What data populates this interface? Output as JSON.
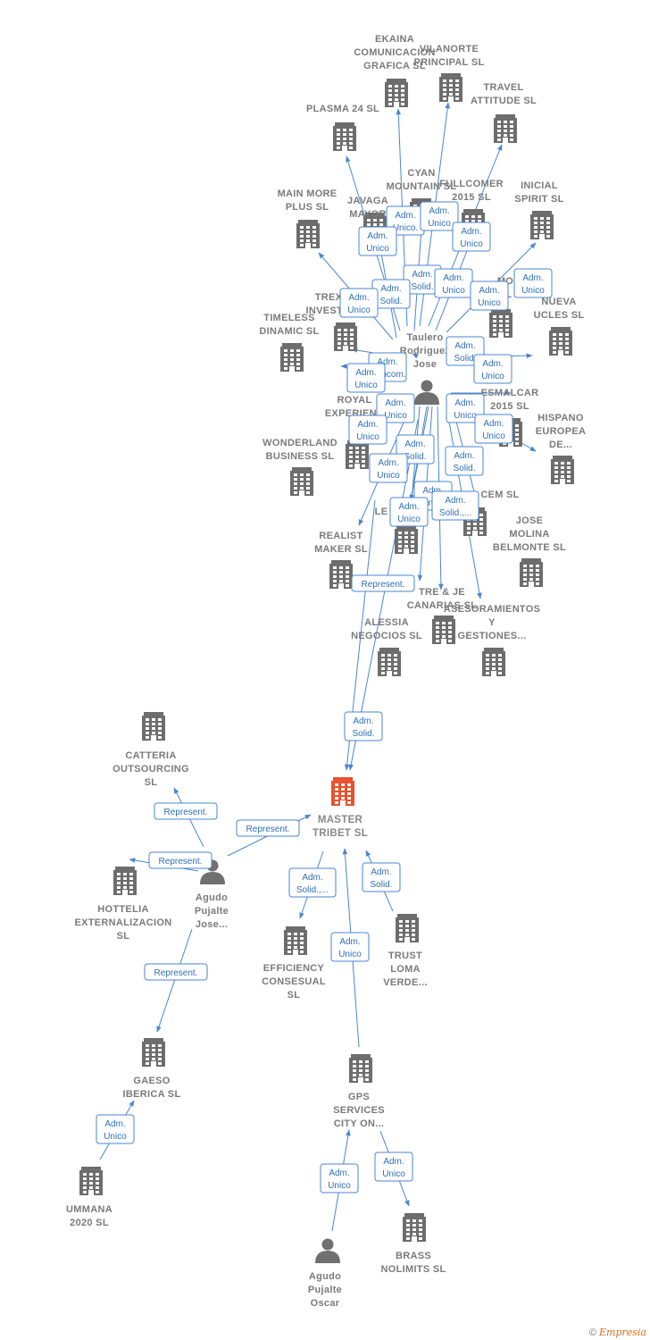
{
  "colors": {
    "edge": "#4a86d0",
    "label_border": "#4a86d0",
    "label_text": "#2f6fb6",
    "building": "#6d6d6d",
    "building_main": "#e8522c",
    "person": "#707070",
    "node_text": "#7a7a7a"
  },
  "nodes": [
    {
      "id": "ekaina",
      "type": "company",
      "label": [
        "EKAINA",
        "COMUNICACION",
        "GRAFICA SL"
      ]
    },
    {
      "id": "vilanorte",
      "type": "company",
      "label": [
        "VILANORTE",
        "PRINCIPAL SL"
      ]
    },
    {
      "id": "travel",
      "type": "company",
      "label": [
        "TRAVEL",
        "ATTITUDE SL"
      ]
    },
    {
      "id": "plasma",
      "type": "company",
      "label": [
        "PLASMA 24 SL"
      ]
    },
    {
      "id": "mainmore",
      "type": "company",
      "label": [
        "MAIN MORE",
        "PLUS SL"
      ]
    },
    {
      "id": "javaga",
      "type": "company",
      "label": [
        "JAVAGA",
        "MAYOR"
      ]
    },
    {
      "id": "cyan",
      "type": "company",
      "label": [
        "CYAN",
        "MOUNTAIN SL"
      ]
    },
    {
      "id": "fullcomer",
      "type": "company",
      "label": [
        "FULLCOMER",
        "2015 SL"
      ]
    },
    {
      "id": "inicial",
      "type": "company",
      "label": [
        "INICIAL",
        "SPIRIT SL"
      ]
    },
    {
      "id": "trex",
      "type": "company",
      "label": [
        "TREX",
        "INVESTM"
      ]
    },
    {
      "id": "mo",
      "type": "company",
      "label": [
        "MO",
        "SL"
      ]
    },
    {
      "id": "nueva",
      "type": "company",
      "label": [
        "NUEVA",
        "UCLES SL"
      ]
    },
    {
      "id": "timeless",
      "type": "company",
      "label": [
        "TIMELESS",
        "DINAMIC SL"
      ]
    },
    {
      "id": "taulero",
      "type": "person",
      "label": [
        "Taulero",
        "Rodriguez",
        "Jose"
      ]
    },
    {
      "id": "royal",
      "type": "company",
      "label": [
        "ROYAL",
        "EXPERIENC"
      ]
    },
    {
      "id": "esmalcar",
      "type": "company",
      "label": [
        "ESMALCAR",
        "2015 SL"
      ]
    },
    {
      "id": "hispano",
      "type": "company",
      "label": [
        "HISPANO",
        "EUROPEA",
        "DE..."
      ]
    },
    {
      "id": "wonderland",
      "type": "company",
      "label": [
        "WONDERLAND",
        "BUSINESS SL"
      ]
    },
    {
      "id": "cem",
      "type": "company",
      "label": [
        "CEM SL"
      ]
    },
    {
      "id": "le",
      "type": "company",
      "label": [
        "LE"
      ]
    },
    {
      "id": "realist",
      "type": "company",
      "label": [
        "REALIST",
        "MAKER SL"
      ]
    },
    {
      "id": "josemolina",
      "type": "company",
      "label": [
        "JOSE",
        "MOLINA",
        "BELMONTE SL"
      ]
    },
    {
      "id": "trejecanarias",
      "type": "company",
      "label": [
        "TRE & JE",
        "CANARIAS SL"
      ]
    },
    {
      "id": "asesoramientos",
      "type": "company",
      "label": [
        "ASESORAMIENTOS",
        "Y",
        "GESTIONES..."
      ]
    },
    {
      "id": "alessia",
      "type": "company",
      "label": [
        "ALESSIA",
        "NEGOCIOS SL"
      ]
    },
    {
      "id": "catteria",
      "type": "company",
      "label": [
        "CATTERIA",
        "OUTSOURCING",
        "SL"
      ]
    },
    {
      "id": "master",
      "type": "main",
      "label": [
        "MASTER",
        "TRIBET SL"
      ]
    },
    {
      "id": "agudojose",
      "type": "person",
      "label": [
        "Agudo",
        "Pujalte",
        "Jose..."
      ]
    },
    {
      "id": "hottelia",
      "type": "company",
      "label": [
        "HOTTELIA",
        "EXTERNALIZACION",
        "SL"
      ]
    },
    {
      "id": "efficiency",
      "type": "company",
      "label": [
        "EFFICIENCY",
        "CONSESUAL",
        "SL"
      ]
    },
    {
      "id": "trust",
      "type": "company",
      "label": [
        "TRUST",
        "LOMA",
        "VERDE..."
      ]
    },
    {
      "id": "gaeso",
      "type": "company",
      "label": [
        "GAESO",
        "IBERICA SL"
      ]
    },
    {
      "id": "gps",
      "type": "company",
      "label": [
        "GPS",
        "SERVICES",
        "CITY ON..."
      ]
    },
    {
      "id": "ummana",
      "type": "company",
      "label": [
        "UMMANA",
        "2020 SL"
      ]
    },
    {
      "id": "brass",
      "type": "company",
      "label": [
        "BRASS",
        "NOLIMITS SL"
      ]
    },
    {
      "id": "agudooscar",
      "type": "person",
      "label": [
        "Agudo",
        "Pujalte",
        "Oscar"
      ]
    }
  ],
  "edge_labels": [
    [
      "Adm.",
      "Unico."
    ],
    [
      "Adm.",
      "Unico"
    ],
    [
      "Adm.",
      "Unico"
    ],
    [
      "Adm.",
      "Unico"
    ],
    [
      "Adm.",
      "Solid."
    ],
    [
      "Adm.",
      "Solid."
    ],
    [
      "Adm.",
      "Unico"
    ],
    [
      "Adm.",
      "Unico"
    ],
    [
      "Adm.",
      "Unico"
    ],
    [
      "Adm.",
      "Unico"
    ],
    [
      "Adm.",
      "Solid."
    ],
    [
      "Adm.",
      "Mancom."
    ],
    [
      "Adm.",
      "Unico"
    ],
    [
      "Adm.",
      "Unico"
    ],
    [
      "Adm.",
      "Unico"
    ],
    [
      "Adm.",
      "Unico"
    ],
    [
      "Adm.",
      "Unico"
    ],
    [
      "Adm.",
      "Unico"
    ],
    [
      "Adm.",
      "Solid."
    ],
    [
      "Adm.",
      "Unico"
    ],
    [
      "Adm.",
      "Solid."
    ],
    [
      "Adm.",
      "Unico"
    ],
    [
      "Adm.",
      "Unico"
    ],
    [
      "Adm.",
      "Solid.,..."
    ],
    [
      "Represent."
    ],
    [
      "Adm.",
      "Solid."
    ],
    [
      "Represent."
    ],
    [
      "Represent."
    ],
    [
      "Represent."
    ],
    [
      "Represent."
    ],
    [
      "Adm.",
      "Solid.,..."
    ],
    [
      "Adm.",
      "Solid."
    ],
    [
      "Adm.",
      "Unico"
    ],
    [
      "Adm.",
      "Unico"
    ],
    [
      "Adm.",
      "Unico"
    ],
    [
      "Adm.",
      "Unico"
    ]
  ],
  "footer": {
    "copyright": "©",
    "brand": "Empresia"
  }
}
